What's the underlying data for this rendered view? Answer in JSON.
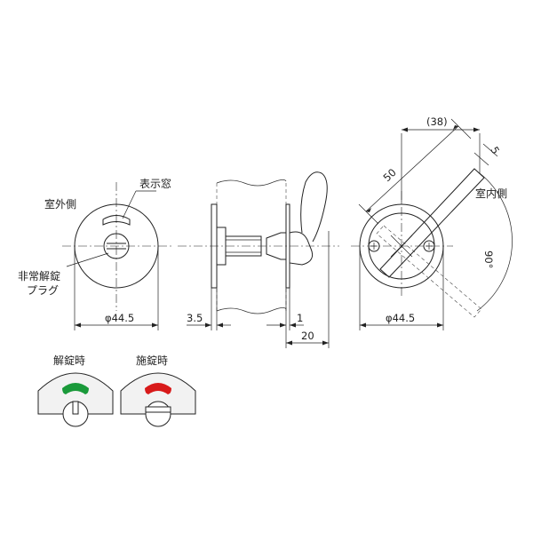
{
  "labels": {
    "outdoor_side": "室外側",
    "display_window": "表示窓",
    "emergency_plug": "非常解錠\nプラグ",
    "indoor_side": "室内側",
    "unlocked": "解錠時",
    "locked": "施錠時"
  },
  "dimensions": {
    "front_diameter": "φ44.5",
    "back_diameter": "φ44.5",
    "plate_thickness": "3.5",
    "gap": "1",
    "depth": "20",
    "handle_length": "50",
    "handle_span": "(38)",
    "handle_width": "5",
    "rotation_angle": "90°"
  },
  "colors": {
    "line": "#222222",
    "plate_gray": "#f2f2f2",
    "indicator_unlocked": "#1a9a3a",
    "indicator_locked": "#d81a1a"
  }
}
